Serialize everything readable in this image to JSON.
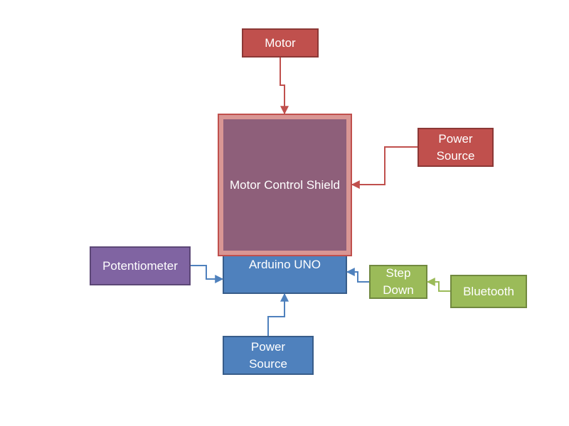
{
  "diagram": {
    "nodes": {
      "motor": "Motor",
      "power_source_top": "Power\nSource",
      "motor_control_shield": "Motor Control Shield",
      "arduino_uno": "Arduino UNO",
      "potentiometer": "Potentiometer",
      "step_down": "Step\nDown",
      "bluetooth": "Bluetooth",
      "power_source_bottom": "Power\nSource"
    },
    "colors": {
      "red": "#c0504d",
      "blue": "#4f81bd",
      "purple": "#8064a2",
      "green": "#9bbb59",
      "shield_fill": "#8e5f7a"
    },
    "edges": [
      {
        "from": "motor",
        "to": "motor_control_shield"
      },
      {
        "from": "power_source_top",
        "to": "motor_control_shield"
      },
      {
        "from": "potentiometer",
        "to": "arduino_uno"
      },
      {
        "from": "power_source_bottom",
        "to": "arduino_uno"
      },
      {
        "from": "step_down",
        "to": "arduino_uno"
      },
      {
        "from": "bluetooth",
        "to": "step_down"
      }
    ]
  }
}
